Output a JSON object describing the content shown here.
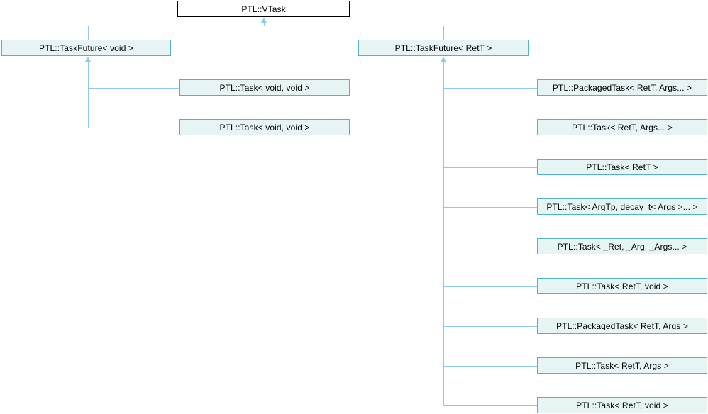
{
  "diagram": {
    "type": "class-inheritance-graph",
    "title": "PTL::VTask inheritance diagram",
    "colors": {
      "node_fill": "#e6f4f4",
      "node_border": "#52b4bd",
      "root_border": "#000000",
      "root_fill": "#ffffff",
      "edge": "#8ecae4",
      "text": "#000000",
      "background": "#ffffff"
    },
    "nodes": {
      "root": {
        "label": "PTL::VTask"
      },
      "level2": [
        {
          "label": "PTL::TaskFuture< void >"
        },
        {
          "label": "PTL::TaskFuture< RetT >"
        }
      ],
      "void_children": [
        {
          "label": "PTL::Task< void, void >"
        },
        {
          "label": "PTL::Task< void, void >"
        }
      ],
      "rett_children": [
        {
          "label": "PTL::PackagedTask< RetT, Args... >"
        },
        {
          "label": "PTL::Task< RetT, Args... >"
        },
        {
          "label": "PTL::Task< RetT >"
        },
        {
          "label": "PTL::Task< ArgTp, decay_t< Args >... >"
        },
        {
          "label": "PTL::Task< _Ret, _Arg, _Args... >"
        },
        {
          "label": "PTL::Task< RetT, void >"
        },
        {
          "label": "PTL::PackagedTask< RetT, Args >"
        },
        {
          "label": "PTL::Task< RetT, Args >"
        },
        {
          "label": "PTL::Task< RetT, void >"
        }
      ]
    }
  }
}
